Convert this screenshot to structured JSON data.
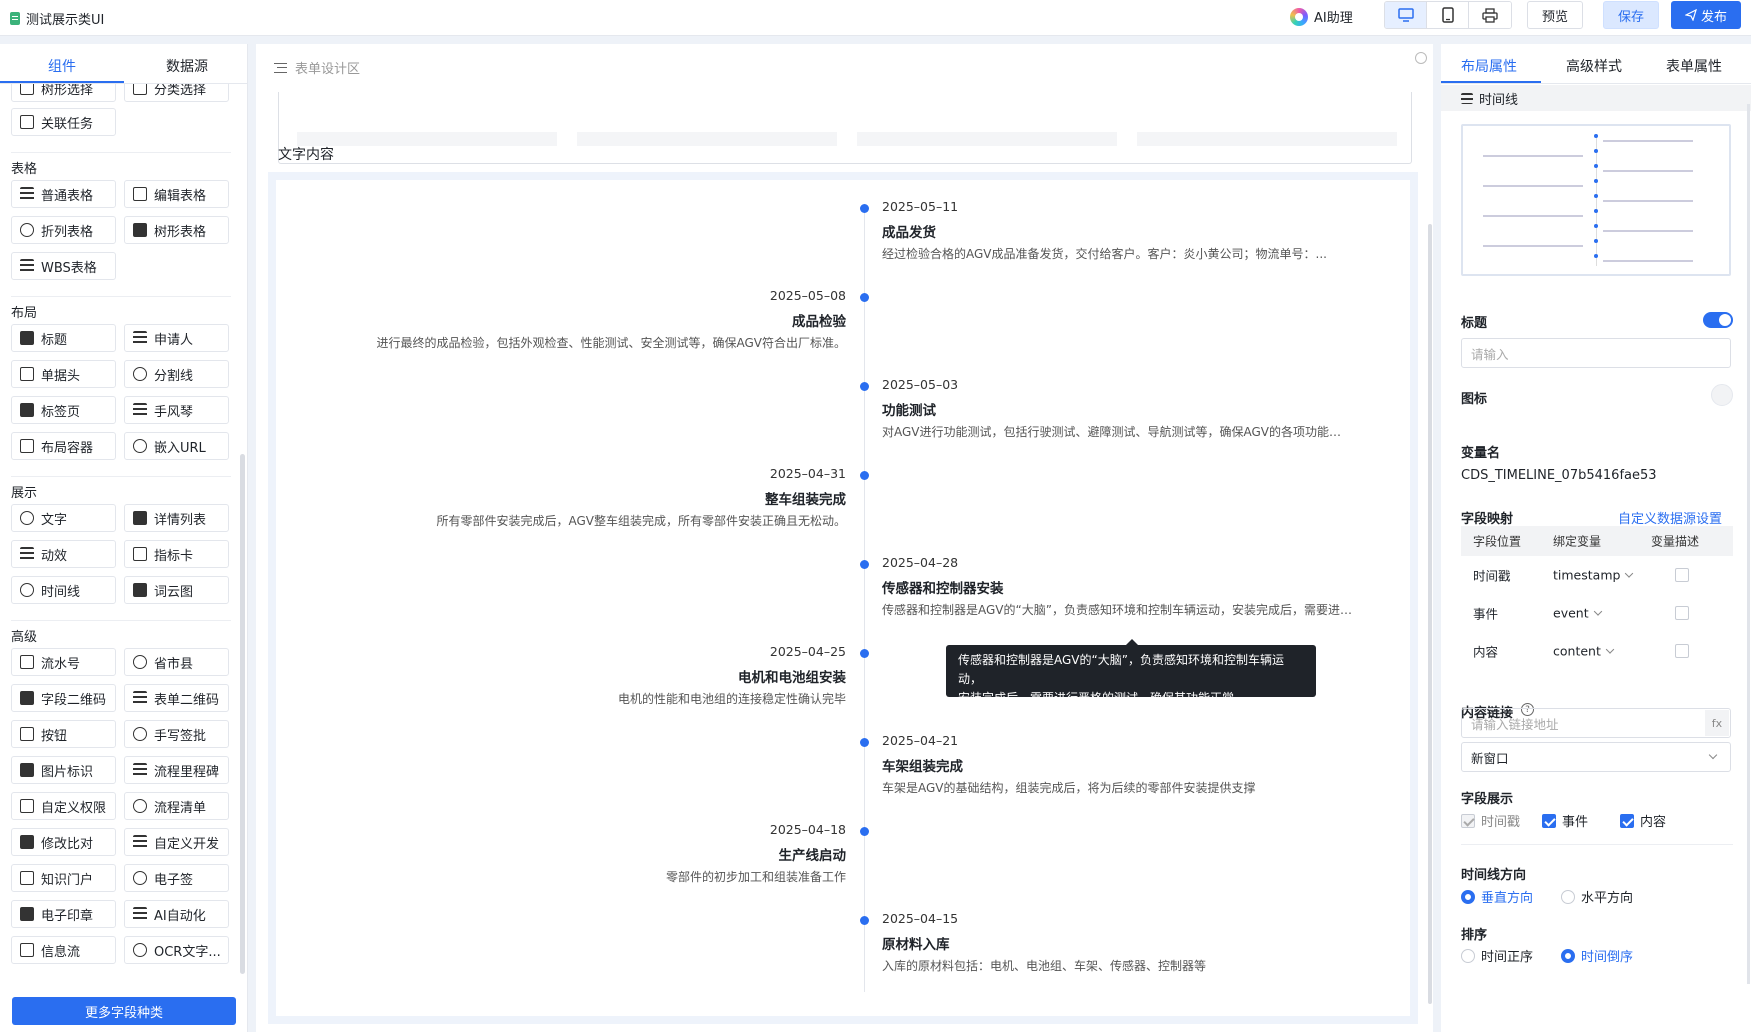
{
  "app": {
    "title": "测试展示类UI"
  },
  "topbar": {
    "ai_label": "AI助理",
    "preview": "预览",
    "save": "保存",
    "publish": "发布"
  },
  "left": {
    "tabs": [
      "组件",
      "数据源"
    ],
    "partial_items": [
      "树形选择",
      "分类选择"
    ],
    "groups": [
      {
        "title": "",
        "items": [
          "关联任务"
        ]
      },
      {
        "title": "表格",
        "items": [
          "普通表格",
          "编辑表格",
          "折列表格",
          "树形表格",
          "WBS表格"
        ]
      },
      {
        "title": "布局",
        "items": [
          "标题",
          "申请人",
          "单据头",
          "分割线",
          "标签页",
          "手风琴",
          "布局容器",
          "嵌入URL"
        ]
      },
      {
        "title": "展示",
        "items": [
          "文字",
          "详情列表",
          "动效",
          "指标卡",
          "时间线",
          "词云图"
        ]
      },
      {
        "title": "高级",
        "items": [
          "流水号",
          "省市县",
          "字段二维码",
          "表单二维码",
          "按钮",
          "手写签批",
          "图片标识",
          "流程里程碑",
          "自定义权限",
          "流程清单",
          "修改比对",
          "自定义开发",
          "知识门户",
          "电子签",
          "电子印章",
          "AI自动化",
          "信息流",
          "OCR文字..."
        ]
      }
    ],
    "more_button": "更多字段种类"
  },
  "center": {
    "head": "表单设计区",
    "section_label": "文字内容",
    "events": [
      {
        "date": "2025–05–11",
        "title": "成品发货",
        "content": "经过检验合格的AGV成品准备发货，交付给客户。客户：炎小黄公司；物流单号：...",
        "side": "right"
      },
      {
        "date": "2025–05–08",
        "title": "成品检验",
        "content": "进行最终的成品检验，包括外观检查、性能测试、安全测试等，确保AGV符合出厂标准。",
        "side": "left"
      },
      {
        "date": "2025–05–03",
        "title": "功能测试",
        "content": "对AGV进行功能测试，包括行驶测试、避障测试、导航测试等，确保AGV的各项功能符合设计要...",
        "side": "right"
      },
      {
        "date": "2025–04–31",
        "title": "整车组装完成",
        "content": "所有零部件安装完成后，AGV整车组装完成，所有零部件安装正确且无松动。",
        "side": "left"
      },
      {
        "date": "2025–04–28",
        "title": "传感器和控制器安装",
        "content": "传感器和控制器是AGV的“大脑”，负责感知环境和控制车辆运动，安装完成后，需要进行严格的...",
        "side": "right"
      },
      {
        "date": "2025–04–25",
        "title": "电机和电池组安装",
        "content": "电机的性能和电池组的连接稳定性确认完毕",
        "side": "left"
      },
      {
        "date": "2025–04–21",
        "title": "车架组装完成",
        "content": "车架是AGV的基础结构，组装完成后，将为后续的零部件安装提供支撑",
        "side": "right"
      },
      {
        "date": "2025–04–18",
        "title": "生产线启动",
        "content": "零部件的初步加工和组装准备工作",
        "side": "left"
      },
      {
        "date": "2025–04–15",
        "title": "原材料入库",
        "content": "入库的原材料包括：电机、电池组、车架、传感器、控制器等",
        "side": "right"
      }
    ],
    "tooltip": {
      "line1": "传感器和控制器是AGV的“大脑”，负责感知环境和控制车辆运动，",
      "line2": "安装完成后，需要进行严格的测试，确保其功能正常。"
    }
  },
  "right": {
    "tabs": [
      "布局属性",
      "高级样式",
      "表单属性"
    ],
    "component_name": "时间线",
    "title_label": "标题",
    "title_placeholder": "请输入",
    "icon_label": "图标",
    "var_label": "变量名",
    "var_value": "CDS_TIMELINE_07b5416fae53",
    "mapping_label": "字段映射",
    "mapping_link": "自定义数据源设置",
    "mapping_headers": [
      "字段位置",
      "绑定变量",
      "变量描述"
    ],
    "mapping_rows": [
      {
        "position": "时间戳",
        "variable": "timestamp"
      },
      {
        "position": "事件",
        "variable": "event"
      },
      {
        "position": "内容",
        "variable": "content"
      }
    ],
    "link_label": "内容链接",
    "link_placeholder": "请输入链接地址",
    "fx": "fx",
    "window_value": "新窗口",
    "display_label": "字段展示",
    "display_options": [
      "时间戳",
      "事件",
      "内容"
    ],
    "direction_label": "时间线方向",
    "direction_options": [
      "垂直方向",
      "水平方向"
    ],
    "sort_label": "排序",
    "sort_options": [
      "时间正序",
      "时间倒序"
    ]
  }
}
